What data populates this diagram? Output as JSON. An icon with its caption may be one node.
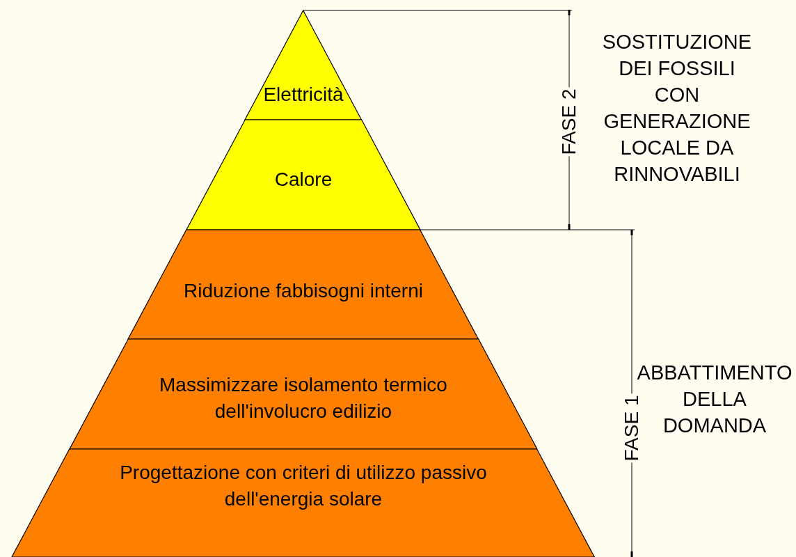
{
  "diagram": {
    "nodes": [
      {
        "text": [
          "Elettricità"
        ]
      },
      {
        "text": [
          "Calore"
        ]
      },
      {
        "text": [
          "Riduzione fabbisogni interni"
        ]
      },
      {
        "text": [
          "Massimizzare isolamento termico dell'involucro edilizio"
        ]
      },
      {
        "text": [
          "Progettazione con criteri di utilizzo passivo dell'energia solare"
        ]
      }
    ],
    "labels": [
      "FASE 2",
      "SOSTITUZIONE DEI FOSSILI CON GENERAZIONE LOCALE DA RINNOVABILI",
      "FASE 1",
      "ABBATTIMENTO DELLA DOMANDA"
    ]
  }
}
